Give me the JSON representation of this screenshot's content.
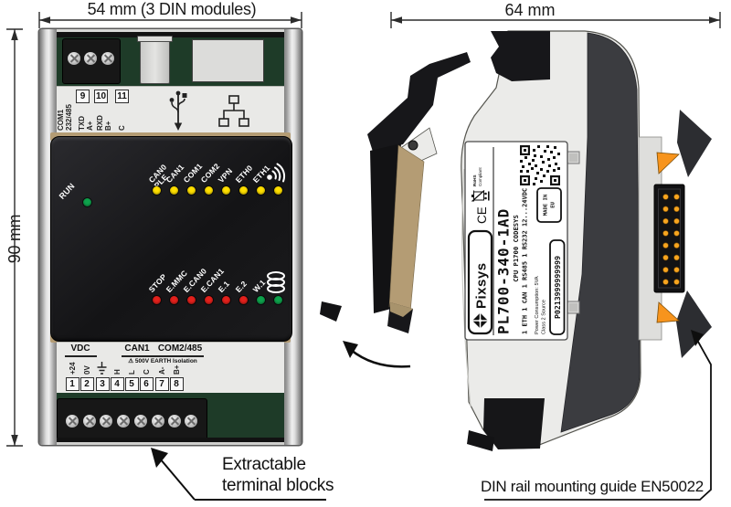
{
  "front": {
    "dim_width": "54 mm (3 DIN modules)",
    "dim_height": "90 mm",
    "com1": {
      "l1": "COM1",
      "l2": "232/485"
    },
    "top_terminals": [
      {
        "num": "9",
        "s1": "TXD",
        "s2": "A+"
      },
      {
        "num": "10",
        "s1": "RXD",
        "s2": "B+"
      },
      {
        "num": "11",
        "s1": "C",
        "s2": ""
      }
    ],
    "run_label": "RUN",
    "run_color": "#0ea24c",
    "top_leds": [
      {
        "label": "CAN0",
        "label2": "PLE",
        "color": "#ffdf00"
      },
      {
        "label": "CAN1",
        "color": "#ffdf00"
      },
      {
        "label": "COM1",
        "color": "#ffdf00"
      },
      {
        "label": "COM2",
        "color": "#ffdf00"
      },
      {
        "label": "VPN",
        "color": "#ffdf00"
      },
      {
        "label": "ETH0",
        "color": "#ffdf00"
      },
      {
        "label": "ETH1",
        "color": "#ffdf00"
      },
      {
        "label": "",
        "icon": "wifi-antenna-icon",
        "color": "#ffdf00"
      }
    ],
    "bottom_leds": [
      {
        "label": "STOP",
        "color": "#e3211c"
      },
      {
        "label": "E.MMC",
        "color": "#e3211c"
      },
      {
        "label": "E.CAN0",
        "color": "#e3211c"
      },
      {
        "label": "E.CAN1",
        "color": "#e3211c"
      },
      {
        "label": "E.1",
        "color": "#e3211c"
      },
      {
        "label": "E.2",
        "color": "#e3211c"
      },
      {
        "label": "W.1",
        "color": "#0ea24c"
      },
      {
        "label": "",
        "icon": "storage-stack-icon",
        "color": "#0ea24c"
      }
    ],
    "groups": [
      {
        "label": "VDC"
      },
      {
        "label": "CAN1"
      },
      {
        "label": "COM2/485"
      }
    ],
    "isolation_note": "⚠ 500V EARTH Isolation",
    "pins": [
      {
        "num": "1",
        "label": "+24"
      },
      {
        "num": "2",
        "label": "0V"
      },
      {
        "num": "3",
        "label": "",
        "icon": "earth-ground-icon"
      },
      {
        "num": "4",
        "label": "H"
      },
      {
        "num": "5",
        "label": "L"
      },
      {
        "num": "6",
        "label": "C"
      },
      {
        "num": "7",
        "label": "A-"
      },
      {
        "num": "8",
        "label": "B+"
      }
    ]
  },
  "side": {
    "dim_width": "64 mm",
    "label": {
      "brand": "Pixsys",
      "ce": "CE",
      "rohs1": "RoHS",
      "rohs2": "Compliant",
      "model": "PL700-340-1AD",
      "cpu": "CPU P1700 CODESYS",
      "io": "1 ETH 1 CAN 1 RS485 1 RS232 12...24VDC",
      "power1": "Power Consumption: 5VA",
      "power2": "Class 2 Source",
      "serial": "P0213999999999",
      "made1": "MADE IN",
      "made2": "EU"
    }
  },
  "annotations": {
    "extract_l1": "Extractable",
    "extract_l2": "terminal blocks",
    "din_rail": "DIN rail mounting guide EN50022"
  },
  "colors": {
    "pcb_green": "#1e3b28",
    "terminal_black": "#171717",
    "bezel_tan": "#b49c74",
    "led_yellow": "#ffdf00",
    "led_red": "#e3211c",
    "led_green": "#0ea24c",
    "mount_orange": "#f7941d",
    "body_gray": "#ebebe9",
    "back_gray": "#3b3c40"
  }
}
